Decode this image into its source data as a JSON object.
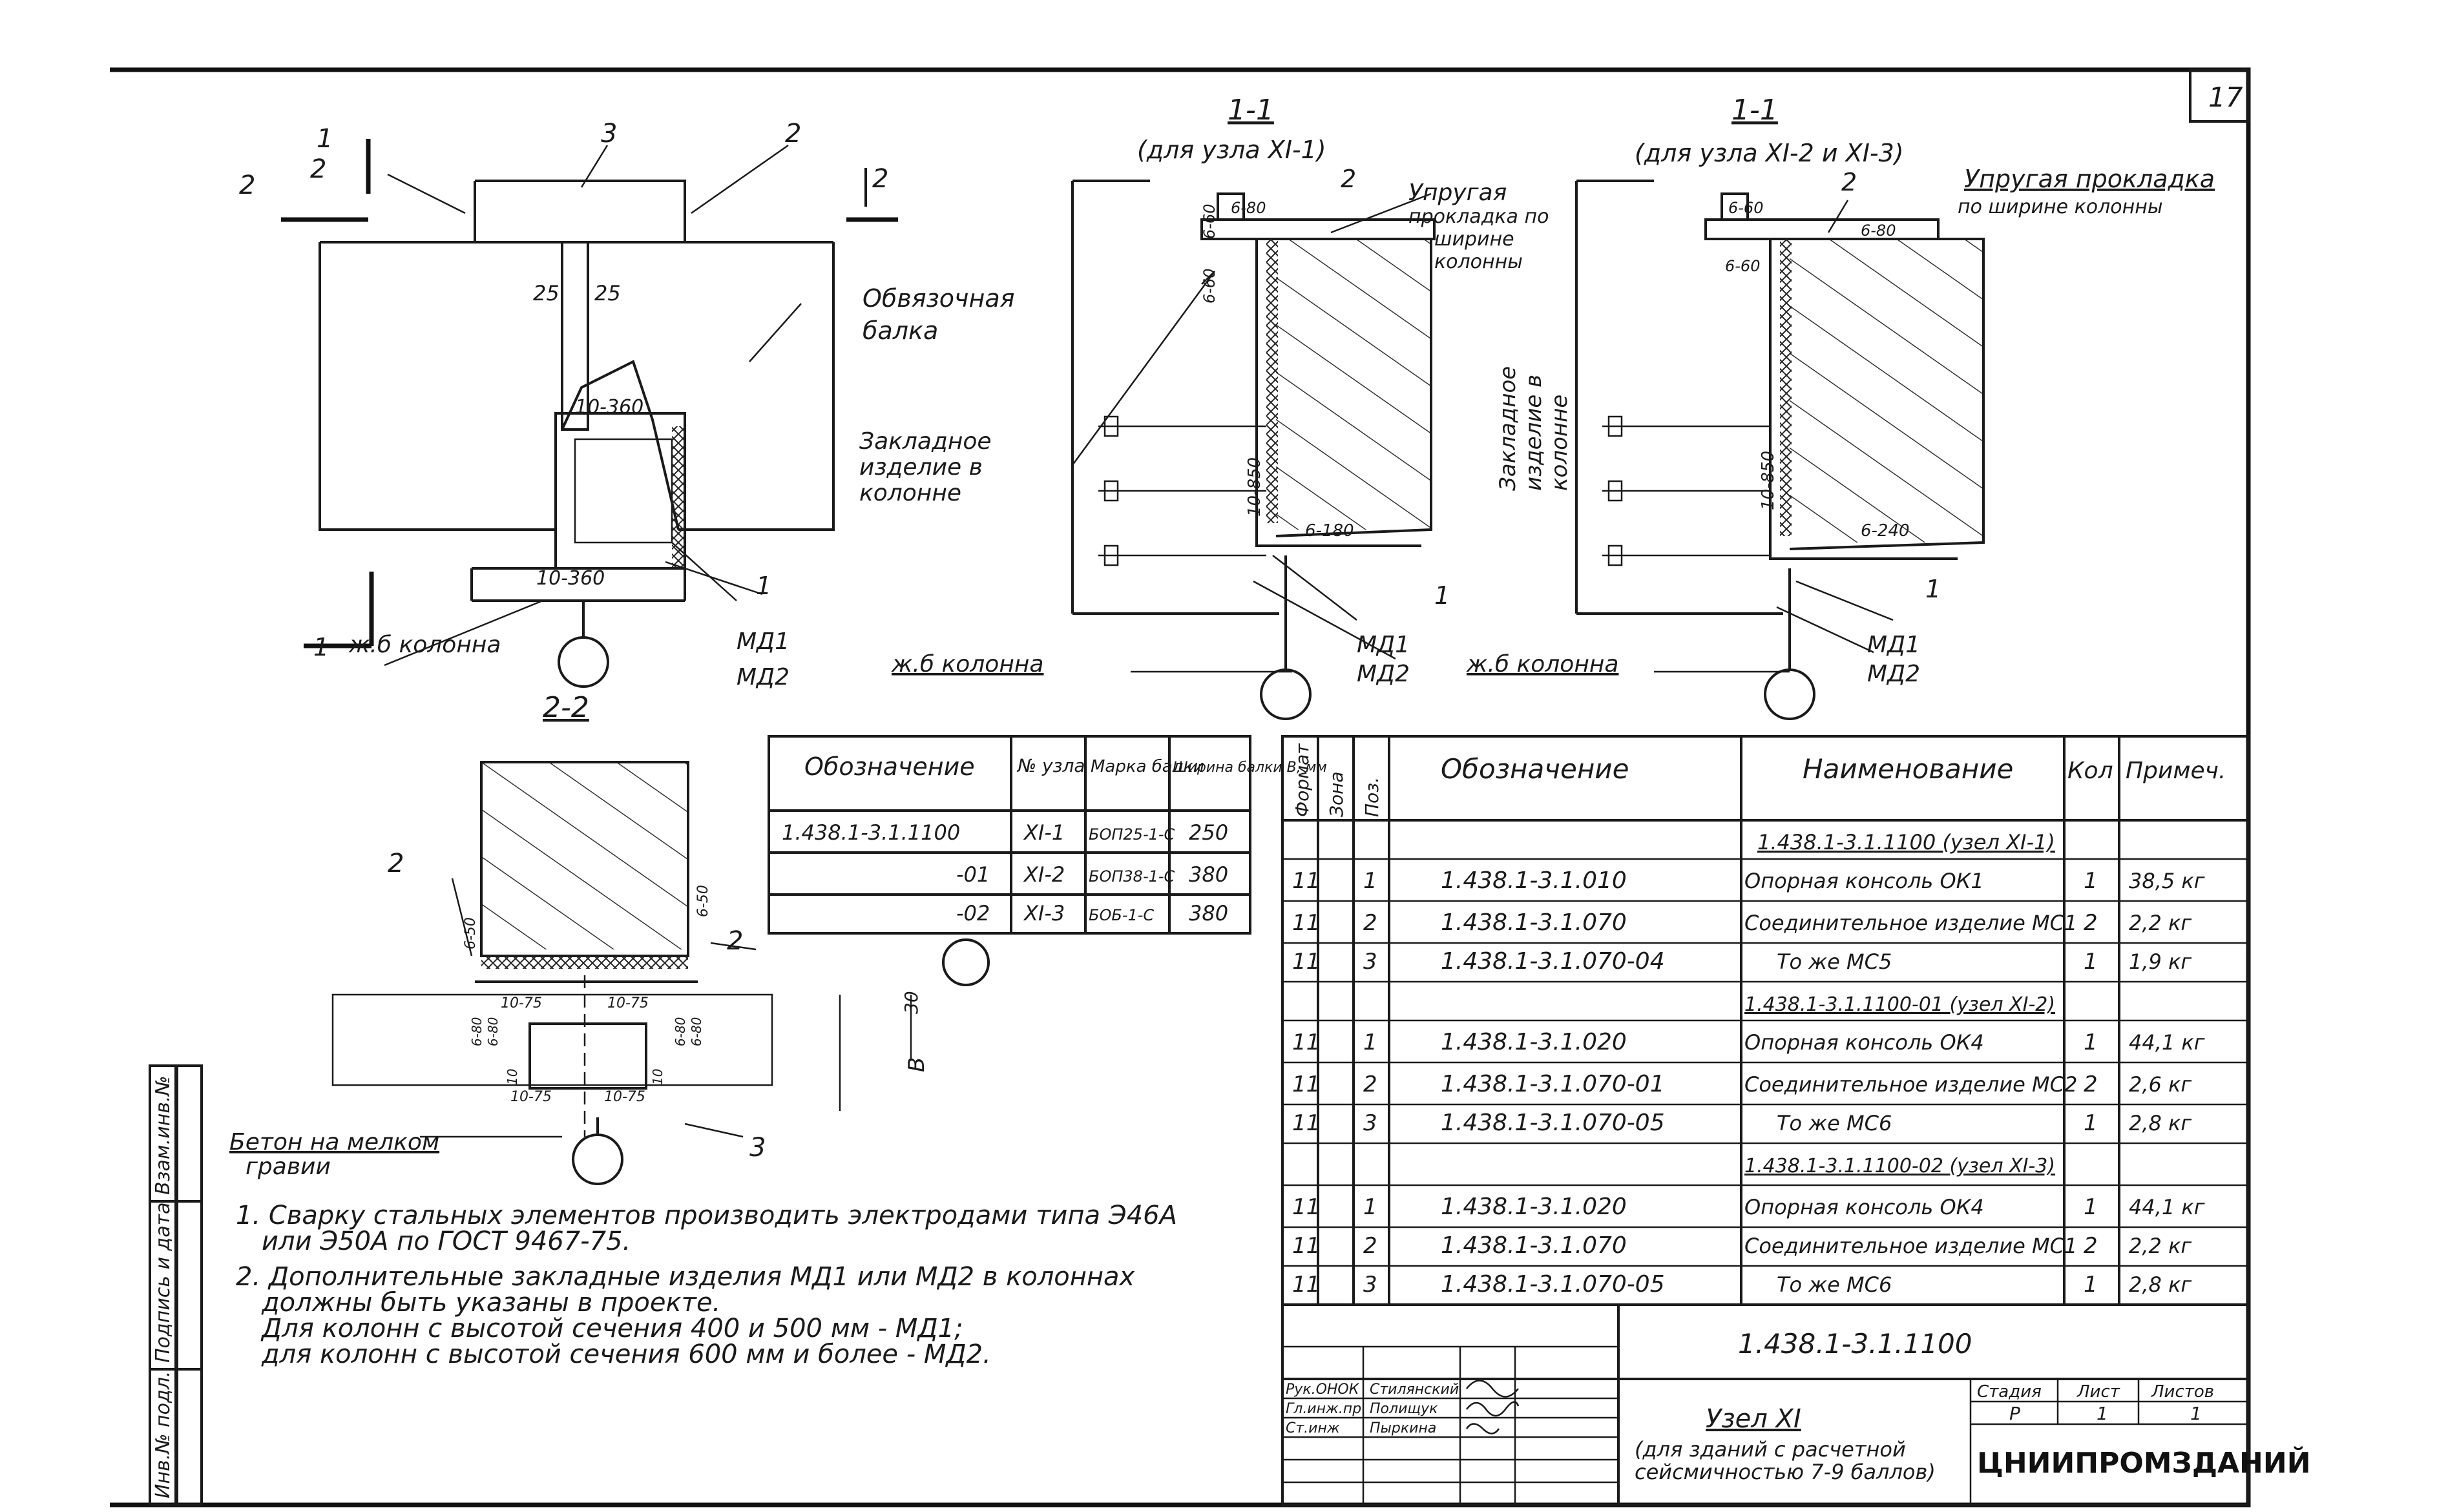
{
  "sheet": {
    "page_number": "17",
    "notes": [
      "1. Сварку стальных элементов производить электродами типа Э46А",
      "или Э50А по ГОСТ 9467-75.",
      "2. Дополнительные закладные изделия МД1 или МД2 в колоннах",
      "должны быть указаны в проекте.",
      "Для колонн с высотой сечения 400 и 500 мм - МД1;",
      "для колонн с высотой сечения 600 мм и более - МД2."
    ]
  },
  "drawing_left": {
    "section_marks": [
      "1",
      "1",
      "2",
      "2",
      "3"
    ],
    "dims": [
      "25",
      "25",
      "10-360",
      "10-360"
    ],
    "labels": [
      "Обвязочная",
      "балка",
      "ж.б колонна",
      "МД1",
      "МД2",
      "1",
      "2",
      "2"
    ],
    "section_title": "2-2"
  },
  "drawing_mid": {
    "title": "1-1",
    "subtitle": "(для узла XI-1)",
    "labels": [
      "Упругая",
      "прокладка по",
      "ширине",
      "колонны",
      "Закладное",
      "изделие в",
      "колонне",
      "ж.б колонна",
      "МД1",
      "МД2",
      "1",
      "2"
    ],
    "dims": [
      "6-80",
      "6-60",
      "6-60",
      "10-850",
      "6-180"
    ]
  },
  "drawing_right": {
    "title": "1-1",
    "subtitle": "(для узла XI-2 и XI-3)",
    "labels": [
      "Упругая прокладка",
      "по ширине колонны",
      "Закладное",
      "изделие в",
      "колонне",
      "ж.б колонна",
      "МД1",
      "МД2",
      "1",
      "2"
    ],
    "dims": [
      "6-60",
      "6-80",
      "6-60",
      "10-850",
      "6-240"
    ]
  },
  "drawing_bottom": {
    "labels": [
      "Бетон на мелком",
      "гравии",
      "2",
      "2",
      "3",
      "B",
      "30"
    ],
    "dims": [
      "6-50",
      "6-50",
      "10-75",
      "10-75",
      "10-75",
      "10-75",
      "6-80",
      "6-80",
      "6-80",
      "6-80",
      "10",
      "10"
    ]
  },
  "beam_table": {
    "headers": [
      "Обозначение",
      "№ узла",
      "Марка балки",
      "Ширина балки В, мм"
    ],
    "rows": [
      [
        "1.438.1-3.1.1100",
        "XI-1",
        "БОП25-1-С",
        "250"
      ],
      [
        "-01",
        "XI-2",
        "БОП38-1-С",
        "380"
      ],
      [
        "-02",
        "XI-3",
        "БОБ-1-С",
        "380"
      ]
    ]
  },
  "spec_table": {
    "headers": [
      "Формат",
      "Зона",
      "Поз.",
      "Обозначение",
      "Наименование",
      "Кол",
      "Примеч."
    ],
    "rows": [
      [
        "",
        "",
        "",
        "",
        "1.438.1-3.1.1100 (узел XI-1)",
        "",
        ""
      ],
      [
        "11",
        "",
        "1",
        "1.438.1-3.1.010",
        "Опорная консоль ОК1",
        "1",
        "38,5 кг"
      ],
      [
        "11",
        "",
        "2",
        "1.438.1-3.1.070",
        "Соединительное изделие МС1",
        "2",
        "2,2 кг"
      ],
      [
        "11",
        "",
        "3",
        "1.438.1-3.1.070-04",
        "То же МС5",
        "1",
        "1,9 кг"
      ],
      [
        "",
        "",
        "",
        "",
        "1.438.1-3.1.1100-01 (узел XI-2)",
        "",
        ""
      ],
      [
        "11",
        "",
        "1",
        "1.438.1-3.1.020",
        "Опорная консоль ОК4",
        "1",
        "44,1 кг"
      ],
      [
        "11",
        "",
        "2",
        "1.438.1-3.1.070-01",
        "Соединительное изделие МС2",
        "2",
        "2,6 кг"
      ],
      [
        "11",
        "",
        "3",
        "1.438.1-3.1.070-05",
        "То же МС6",
        "1",
        "2,8 кг"
      ],
      [
        "",
        "",
        "",
        "",
        "1.438.1-3.1.1100-02 (узел XI-3)",
        "",
        ""
      ],
      [
        "11",
        "",
        "1",
        "1.438.1-3.1.020",
        "Опорная консоль ОК4",
        "1",
        "44,1 кг"
      ],
      [
        "11",
        "",
        "2",
        "1.438.1-3.1.070",
        "Соединительное изделие МС1",
        "2",
        "2,2 кг"
      ],
      [
        "11",
        "",
        "3",
        "1.438.1-3.1.070-05",
        "То же МС6",
        "1",
        "2,8 кг"
      ]
    ]
  },
  "title_block": {
    "code": "1.438.1-3.1.1100",
    "people": [
      [
        "Рук.ОНОК",
        "Стилянский"
      ],
      [
        "Гл.инж.пр",
        "Полищук"
      ],
      [
        "Ст.инж",
        "Пыркина"
      ]
    ],
    "name_line1": "Узел XI",
    "name_line2": "(для зданий с расчетной",
    "name_line3": "сейсмичностью 7-9 баллов)",
    "stage_label": "Стадия",
    "sheet_label": "Лист",
    "sheets_label": "Листов",
    "stage": "Р",
    "sheet": "1",
    "sheets": "1",
    "org": "ЦНИИПРОМЗДАНИЙ"
  },
  "side_stamp": [
    "Инв.№ подл.",
    "Подпись и дата",
    "Взам.инв.№"
  ]
}
